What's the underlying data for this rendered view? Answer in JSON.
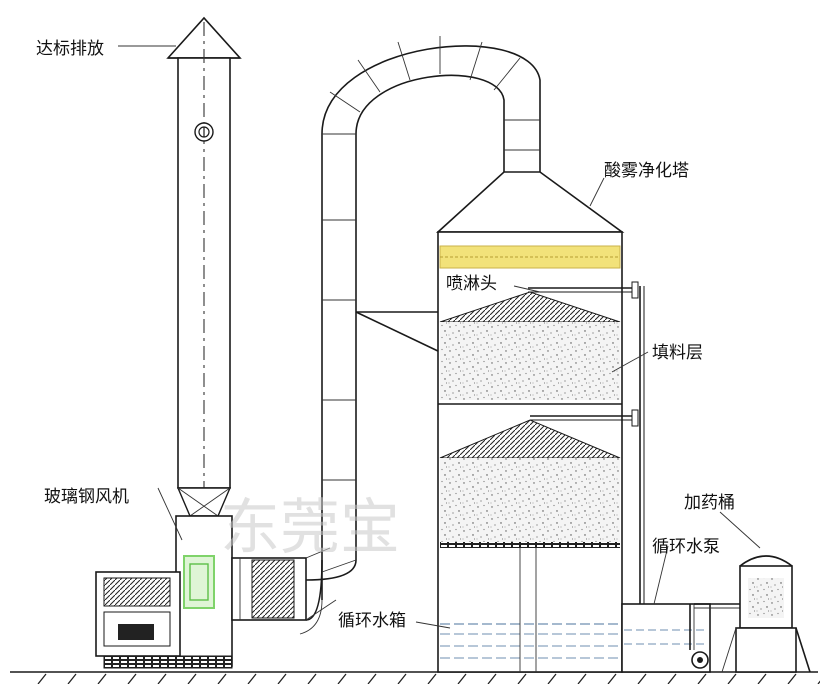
{
  "labels": {
    "exhaust": "达标排放",
    "tower": "酸雾净化塔",
    "spray_head": "喷淋头",
    "packing_layer": "填料层",
    "fan": "玻璃钢风机",
    "dosing_tank": "加药桶",
    "circ_pump": "循环水泵",
    "circ_tank": "循环水箱"
  },
  "watermark": "东莞宝",
  "colors": {
    "line": "#1a1a1a",
    "accent_yellow": "#f2e27a",
    "fan_green": "#7fd36a",
    "water": "#6f8fb0"
  }
}
